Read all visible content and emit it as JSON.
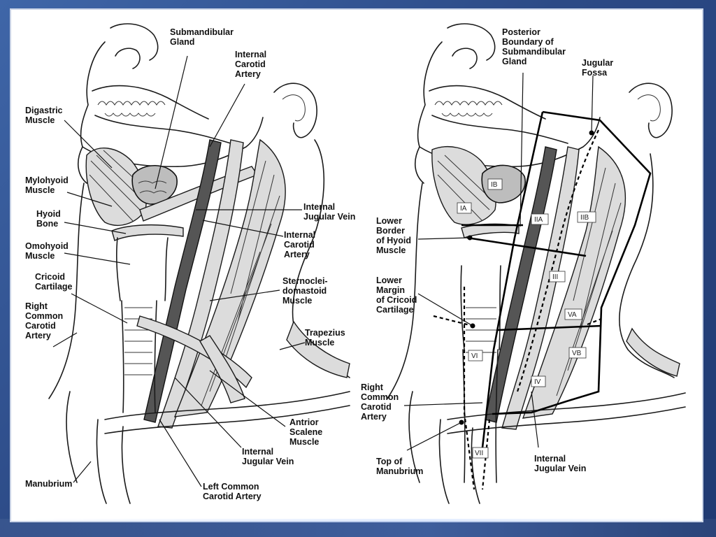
{
  "left_labels": {
    "submandibular_gland": [
      "Submandibular",
      "Gland"
    ],
    "internal_carotid_artery_top": [
      "Internal",
      "Carotid",
      "Artery"
    ],
    "digastric_muscle": [
      "Digastric",
      "Muscle"
    ],
    "mylohyoid_muscle": [
      "Mylohyoid",
      "Muscle"
    ],
    "hyoid_bone": [
      "Hyoid",
      "Bone"
    ],
    "internal_jugular_vein_mid": [
      "Internal",
      "Jugular Vein"
    ],
    "internal_carotid_artery_mid": [
      "Internal",
      "Carotid",
      "Artery"
    ],
    "omohyoid_muscle": [
      "Omohyoid",
      "Muscle"
    ],
    "cricoid_cartilage": [
      "Cricoid",
      "Cartilage"
    ],
    "sternocleidomastoid_muscle": [
      "Sternoclei-",
      "domastoid",
      "Muscle"
    ],
    "right_common_carotid_artery": [
      "Right",
      "Common",
      "Carotid",
      "Artery"
    ],
    "trapezius_muscle": [
      "Trapezius",
      "Muscle"
    ],
    "anterior_scalene_muscle": [
      "Antrior",
      "Scalene",
      "Muscle"
    ],
    "internal_jugular_vein_bottom": [
      "Internal",
      "Jugular Vein"
    ],
    "manubrium": [
      "Manubrium"
    ],
    "left_common_carotid_artery": [
      "Left Common",
      "Carotid Artery"
    ]
  },
  "right_labels": {
    "posterior_boundary_submandibular_gland": [
      "Posterior",
      "Boundary of",
      "Submandibular",
      "Gland"
    ],
    "jugular_fossa": [
      "Jugular",
      "Fossa"
    ],
    "lower_border_hyoid_muscle": [
      "Lower",
      "Border",
      "of Hyoid",
      "Muscle"
    ],
    "lower_margin_cricoid_cartilage": [
      "Lower",
      "Margin",
      "of Cricoid",
      "Cartilage"
    ],
    "right_common_carotid_artery": [
      "Right",
      "Common",
      "Carotid",
      "Artery"
    ],
    "top_of_manubrium": [
      "Top of",
      "Manubrium"
    ],
    "internal_jugular_vein": [
      "Internal",
      "Jugular Vein"
    ]
  },
  "zones": {
    "IA": "IA",
    "IB": "IB",
    "IIA": "IIA",
    "IIB": "IIB",
    "III": "III",
    "IV": "IV",
    "VA": "VA",
    "VB": "VB",
    "VI": "VI",
    "VII": "VII"
  }
}
